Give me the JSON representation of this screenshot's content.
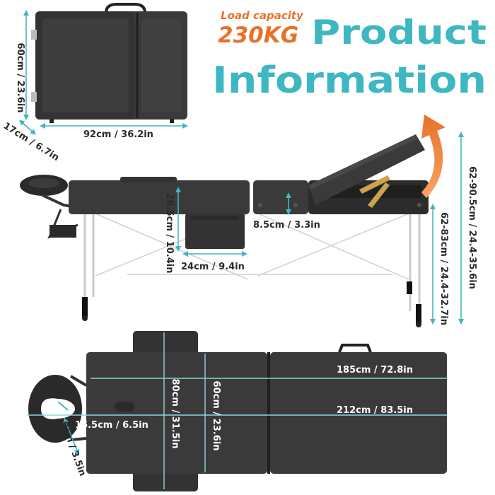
{
  "header": {
    "load_label": "Load capacity",
    "load_value": "230KG",
    "title_line1": "Product",
    "title_line2": "Information"
  },
  "colors": {
    "teal": "#3fb7c3",
    "orange": "#e8722a",
    "table": "#3a3a3a",
    "table_dark": "#262626",
    "frame": "#c9ccd0",
    "dim_line": "#8fd3da",
    "text": "#2a2a2a"
  },
  "folded_case": {
    "height": "60cm / 23.6in",
    "depth": "17cm / 6.7in",
    "width": "92cm / 36.2in"
  },
  "side_view": {
    "bag_height": "26.5cm / 10.4in",
    "bag_width": "24cm / 9.4in",
    "top_thickness": "8.5cm / 3.3in",
    "backrest_height": "62-90.5cm / 24.4-35.6in",
    "table_height": "62-83cm / 24.4-32.7in"
  },
  "top_view": {
    "body_length": "185cm / 72.8in",
    "total_length": "212cm / 83.5in",
    "arm_width": "80cm / 31.5in",
    "body_width": "60cm / 23.6in",
    "face_hole": "16.5cm / 6.5in",
    "face_hole_small": "9cm / 3.5in"
  }
}
